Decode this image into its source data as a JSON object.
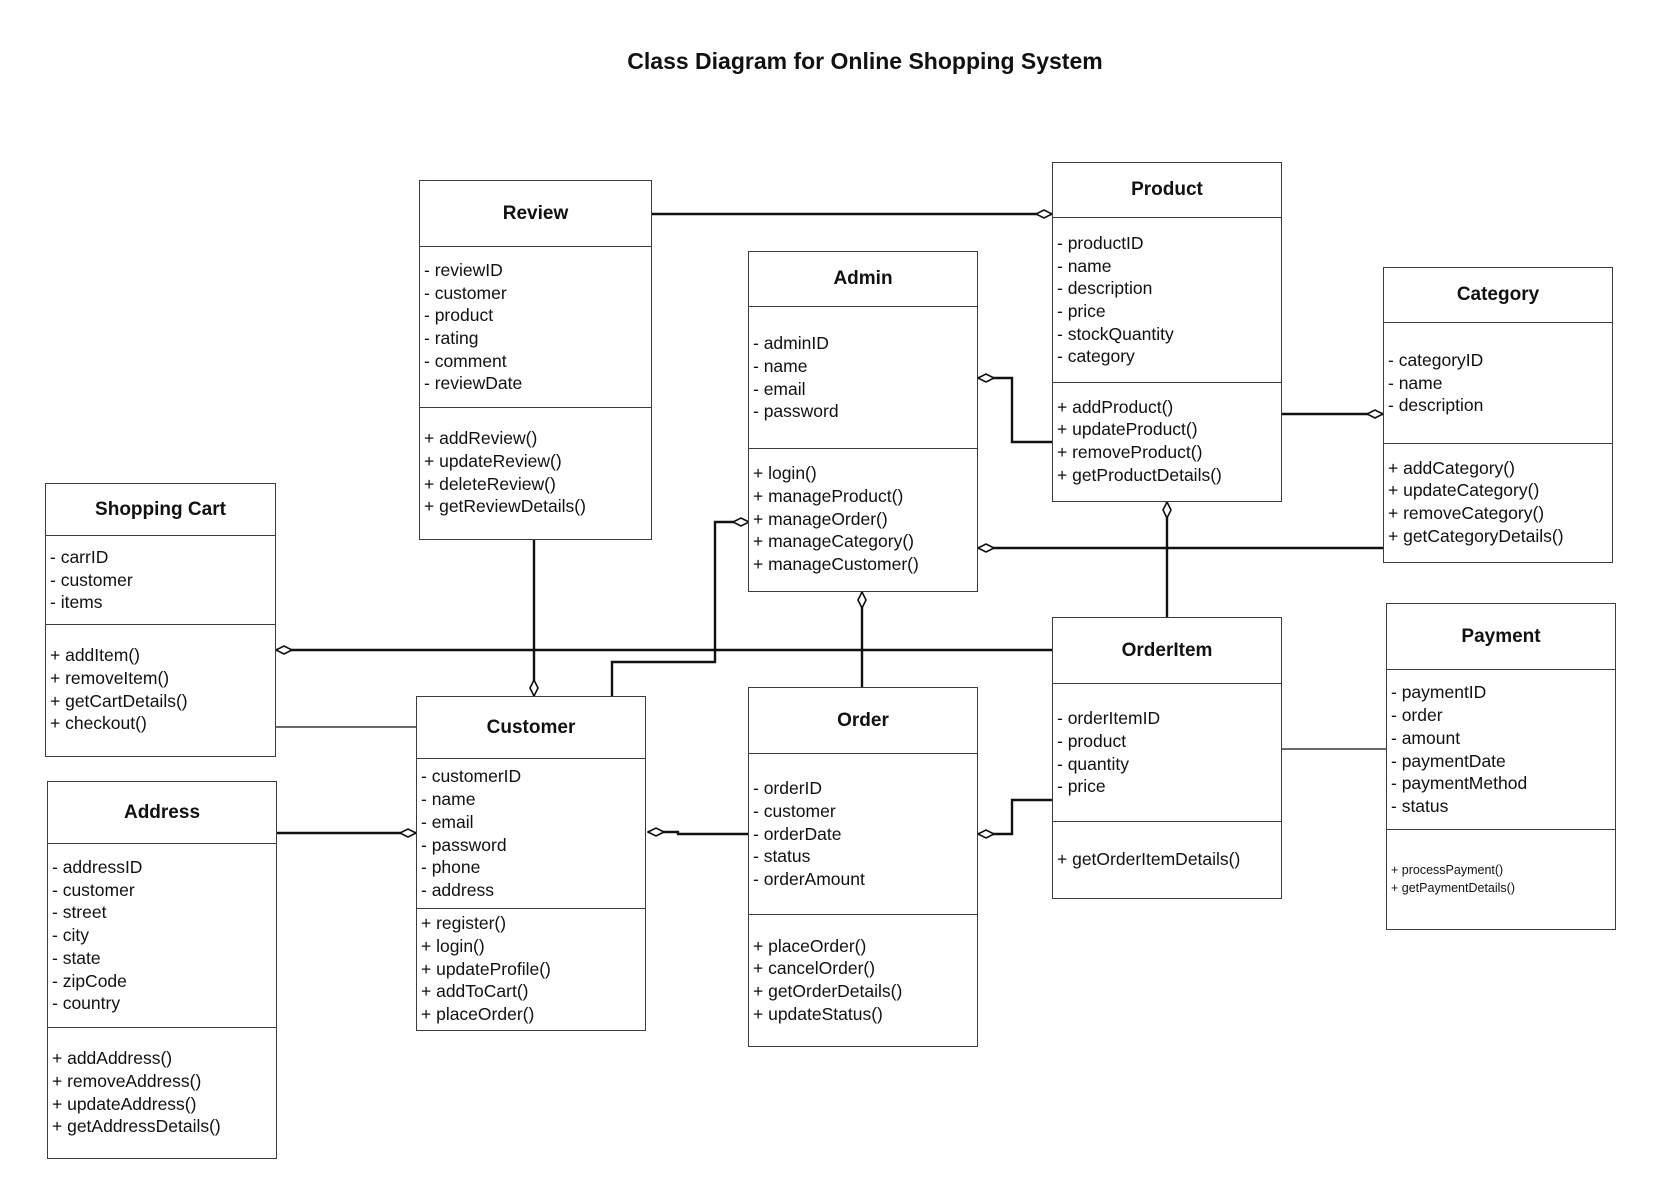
{
  "title": "Class Diagram for Online Shopping System",
  "classes": {
    "review": {
      "name": "Review",
      "attributes": [
        "- reviewID",
        "- customer",
        "- product",
        "- rating",
        "- comment",
        "- reviewDate"
      ],
      "methods": [
        "+ addReview()",
        "+ updateReview()",
        "+ deleteReview()",
        "+ getReviewDetails()"
      ]
    },
    "product": {
      "name": "Product",
      "attributes": [
        "- productID",
        "- name",
        "- description",
        "- price",
        "- stockQuantity",
        "- category"
      ],
      "methods": [
        "+ addProduct()",
        "+ updateProduct()",
        "+ removeProduct()",
        "+ getProductDetails()"
      ]
    },
    "admin": {
      "name": "Admin",
      "attributes": [
        "- adminID",
        "- name",
        "- email",
        "- password"
      ],
      "methods": [
        "+ login()",
        "+ manageProduct()",
        "+ manageOrder()",
        "+ manageCategory()",
        "+ manageCustomer()"
      ]
    },
    "category": {
      "name": "Category",
      "attributes": [
        "- categoryID",
        "- name",
        "- description"
      ],
      "methods": [
        "+ addCategory()",
        "+ updateCategory()",
        "+ removeCategory()",
        "+ getCategoryDetails()"
      ]
    },
    "shopping_cart": {
      "name": "Shopping Cart",
      "attributes": [
        "- carrID",
        "- customer",
        "- items"
      ],
      "methods": [
        "+ addItem()",
        "+ removeItem()",
        "+ getCartDetails()",
        "+ checkout()"
      ]
    },
    "customer": {
      "name": "Customer",
      "attributes": [
        "- customerID",
        "- name",
        "- email",
        "- password",
        "- phone",
        "- address"
      ],
      "methods": [
        "+ register()",
        "+ login()",
        "+ updateProfile()",
        "+ addToCart()",
        "+ placeOrder()"
      ]
    },
    "order": {
      "name": "Order",
      "attributes": [
        "- orderID",
        "- customer",
        "- orderDate",
        "- status",
        "- orderAmount"
      ],
      "methods": [
        "+ placeOrder()",
        "+ cancelOrder()",
        "+ getOrderDetails()",
        "+ updateStatus()"
      ]
    },
    "order_item": {
      "name": "OrderItem",
      "attributes": [
        "- orderItemID",
        "- product",
        "- quantity",
        "- price"
      ],
      "methods": [
        "+ getOrderItemDetails()"
      ]
    },
    "payment": {
      "name": "Payment",
      "attributes": [
        "- paymentID",
        "- order",
        "- amount",
        "- paymentDate",
        "- paymentMethod",
        "- status"
      ],
      "methods": [
        "+ processPayment()",
        "+ getPaymentDetails()"
      ]
    },
    "address": {
      "name": "Address",
      "attributes": [
        "- addressID",
        "- customer",
        "- street",
        "- city",
        "- state",
        "- zipCode",
        "- country"
      ],
      "methods": [
        "+ addAddress()",
        "+ removeAddress()",
        "+ updateAddress()",
        "+ getAddressDetails()"
      ]
    }
  },
  "colors": {
    "border": "#3a3a4a",
    "line": "#111111",
    "text": "#111111"
  }
}
